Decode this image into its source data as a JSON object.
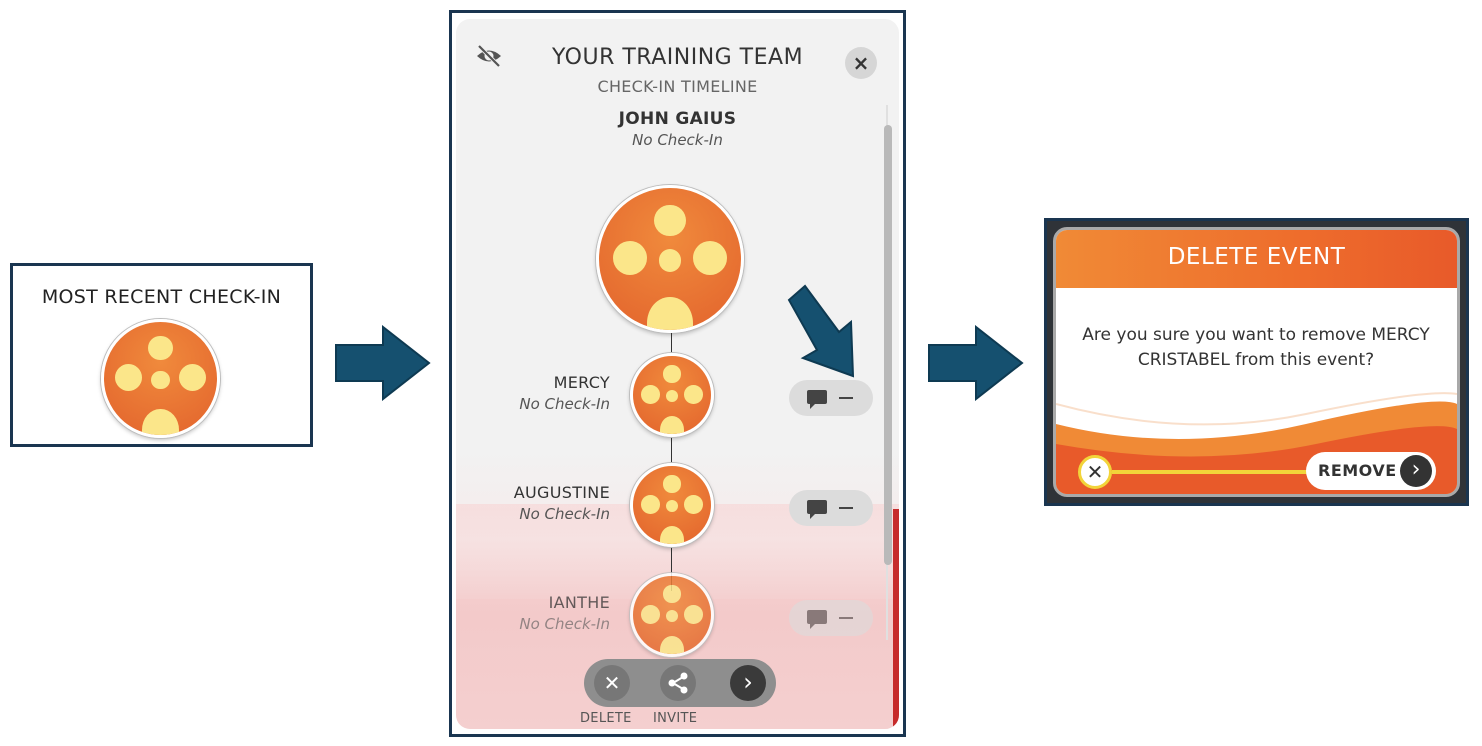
{
  "left_panel": {
    "title": "MOST RECENT CHECK-IN"
  },
  "timeline": {
    "title": "YOUR TRAINING TEAM",
    "subtitle": "CHECK-IN TIMELINE",
    "close_icon": "×",
    "lead": {
      "name": "JOHN GAIUS",
      "status": "No Check-In"
    },
    "members": [
      {
        "name": "MERCY",
        "status": "No Check-In"
      },
      {
        "name": "AUGUSTINE",
        "status": "No Check-In"
      },
      {
        "name": "IANTHE",
        "status": "No Check-In"
      }
    ],
    "bottom_bar": {
      "delete_icon": "✕",
      "next_icon": "›",
      "delete_label": "DELETE",
      "invite_label": "INVITE"
    }
  },
  "dialog": {
    "title": "DELETE EVENT",
    "message": "Are you sure you want to remove MERCY CRISTABEL from this event?",
    "cancel_icon": "✕",
    "remove_label": "REMOVE",
    "remove_icon": "›"
  },
  "colors": {
    "frame": "#1a3550",
    "arrow": "#15506f",
    "orange": "#ee6d2c",
    "avatar_dots": "#fbe68a",
    "accent_yellow": "#f2d43a"
  }
}
